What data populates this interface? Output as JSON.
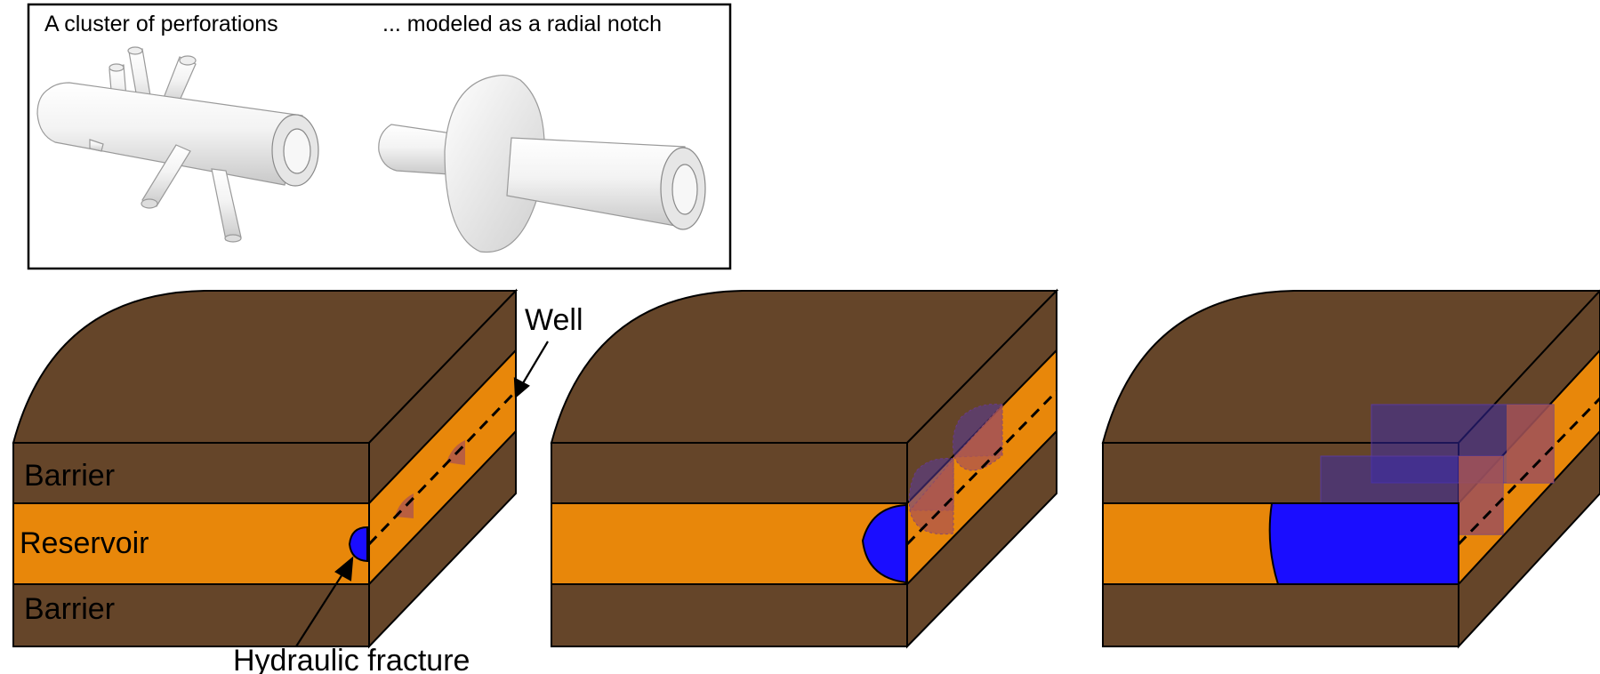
{
  "inset": {
    "left_caption": "A cluster of perforations",
    "right_caption": "... modeled as a radial notch"
  },
  "labels": {
    "barrier_top": "Barrier",
    "reservoir": "Reservoir",
    "barrier_bottom": "Barrier",
    "well": "Well",
    "hydraulic_fracture": "Hydraulic fracture"
  },
  "colors": {
    "barrier": "#654529",
    "reservoir": "#e8870a",
    "fracture": "#1a0dff",
    "fracture_side": "#8a4a6a",
    "outline": "#000000"
  }
}
